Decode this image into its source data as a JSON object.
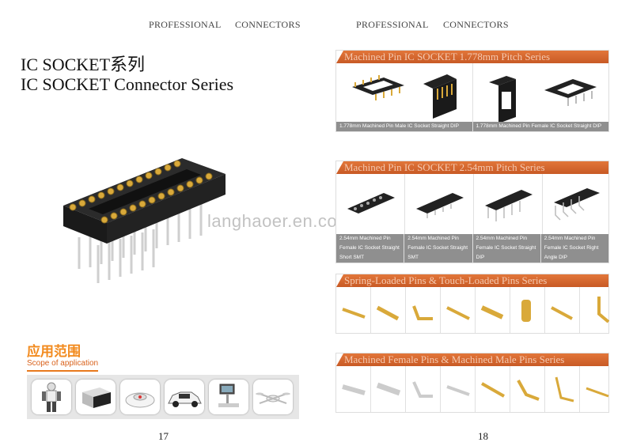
{
  "left_page": {
    "header": [
      "PROFESSIONAL",
      "CONNECTORS"
    ],
    "title_line1": "IC SOCKET系列",
    "title_line2": "IC SOCKET Connector Series",
    "scope_cn": "应用范围",
    "scope_en": "Scope of application",
    "applications": [
      "robot",
      "power-box",
      "robot-vacuum",
      "car",
      "medical-device",
      "drone"
    ],
    "page_number": "17"
  },
  "right_page": {
    "header": [
      "PROFESSIONAL",
      "CONNECTORS"
    ],
    "sections": [
      {
        "title": "Machined Pin IC SOCKET 1.778mm Pitch Series",
        "captions": [
          "1.778mm Machined Pin Male IC Socket Straight DIP",
          "1.778mm Machined Pin Female IC Socket Straight DIP"
        ]
      },
      {
        "title": "Machined Pin IC SOCKET 2.54mm Pitch Series",
        "captions": [
          "2.54mm Machined Pin\nFemale IC Socket Straight\nShort SMT",
          "2.54mm Machined Pin\nFemale IC Socket Straight\nSMT",
          "2.54mm Machined Pin\nFemale IC Socket Straight\nDIP",
          "2.54mm Machined Pin\nFemale IC Socket Right\nAngle DIP"
        ]
      },
      {
        "title": "Spring-Loaded Pins & Touch-Loaded Pins Series"
      },
      {
        "title": "Machined Female Pins & Machined Male Pins Series"
      }
    ],
    "page_number": "18"
  },
  "watermark": "langhaoer.en.com",
  "colors": {
    "accent_orange": "#e8791d",
    "bar_orange": "#d1622c",
    "caption_gray": "#8f8f8f",
    "pin_gold": "#d9a93a"
  }
}
